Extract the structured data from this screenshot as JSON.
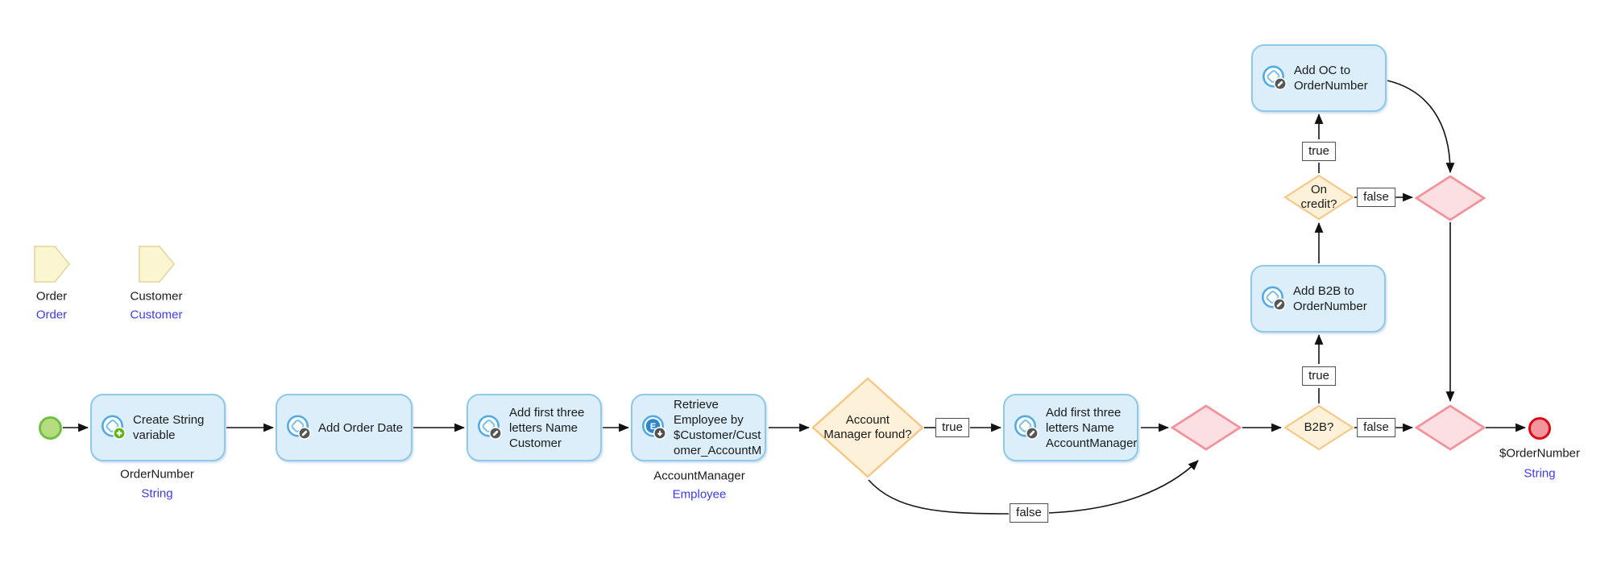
{
  "diagram": {
    "kind": "microflow"
  },
  "colors": {
    "activity_fill": "#dbeefa",
    "activity_border": "#8ec9ea",
    "decision_fill": "#fdf1da",
    "decision_border": "#f7c885",
    "merge_fill": "#fcdfe2",
    "merge_border": "#f2939c",
    "start_fill": "#b5dd80",
    "start_border": "#72bf45",
    "end_fill": "#f2969e",
    "end_border": "#e30613",
    "parameter_fill": "#fcf5d1",
    "parameter_border": "#e4d59b",
    "type_text_blue": "#3b3bf0"
  },
  "parameters": [
    {
      "name": "Order",
      "type": "Order"
    },
    {
      "name": "Customer",
      "type": "Customer"
    }
  ],
  "activities": {
    "create_string": {
      "label": "Create String\nvariable",
      "output_name": "OrderNumber",
      "output_type": "String"
    },
    "add_order_date": {
      "label": "Add Order Date"
    },
    "add_letters_customer": {
      "label": "Add first three\nletters Name\nCustomer"
    },
    "retrieve_employee": {
      "label": "Retrieve\nEmployee by\n$Customer/Cust\nomer_AccountM",
      "output_name": "AccountManager",
      "output_type": "Employee",
      "icon_letter": "E"
    },
    "add_letters_am": {
      "label": "Add first three\nletters Name\nAccountManager"
    },
    "add_b2b": {
      "label": "Add B2B to\nOrderNumber"
    },
    "add_oc": {
      "label": "Add OC to\nOrderNumber"
    }
  },
  "decisions": {
    "am_found": {
      "label": "Account\nManager found?"
    },
    "b2b": {
      "label": "B2B?"
    },
    "on_credit": {
      "label": "On\ncredit?"
    }
  },
  "events": {
    "end": {
      "output_name": "$OrderNumber",
      "output_type": "String"
    }
  },
  "edge_labels": {
    "am_true": "true",
    "am_false": "false",
    "b2b_true": "true",
    "b2b_false": "false",
    "credit_true": "true",
    "credit_false": "false"
  }
}
